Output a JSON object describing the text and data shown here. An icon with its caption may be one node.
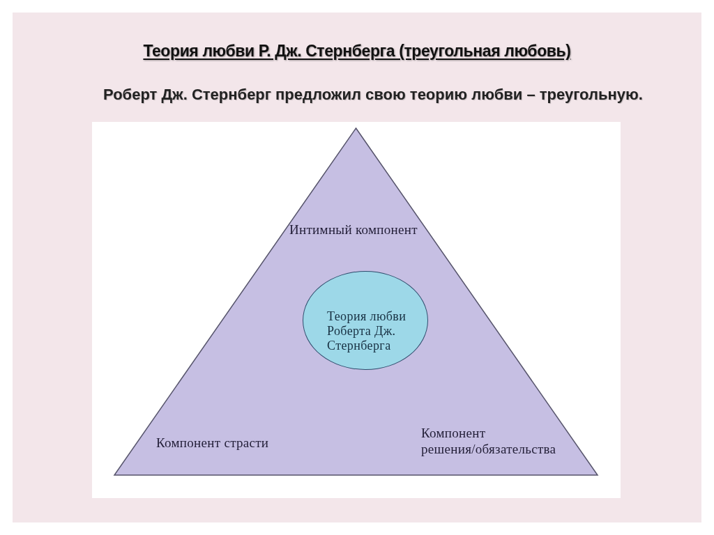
{
  "diagram": {
    "title": "Теория любви Р. Дж. Стернберга (треугольная любовь)",
    "nodes": [
      {
        "text": [
          "Интимный компонент",
          "Компонент страсти",
          "Компонент решения/обязательства"
        ]
      },
      {
        "text": [
          "Теория любви Роберта Дж. Стернберга"
        ],
        "in": 0
      }
    ],
    "labels": [
      "Роберт Дж. Стернберг предложил свою теорию любви – треугольную."
    ]
  }
}
